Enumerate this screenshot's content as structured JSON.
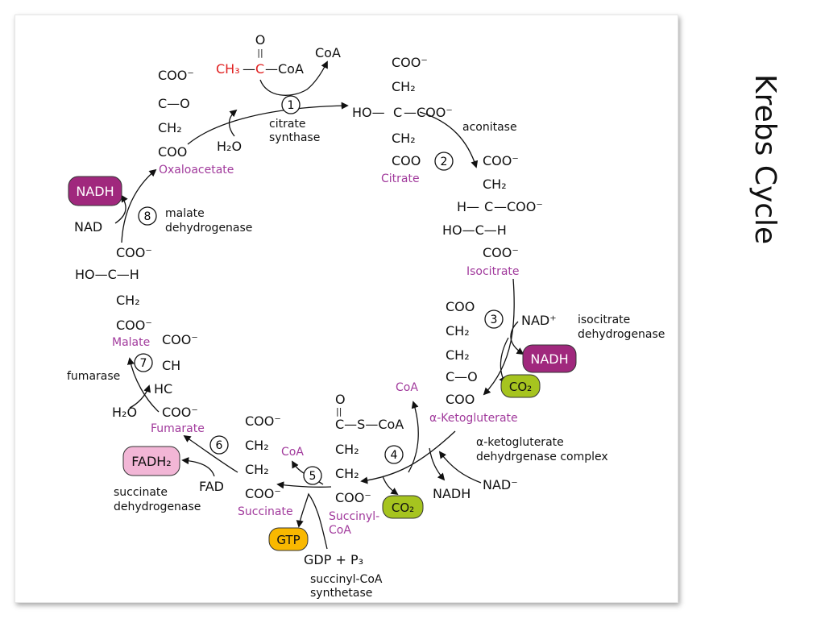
{
  "page_title": "Krebs Cycle",
  "colors": {
    "carbon_highlight": "#e02020",
    "compound_name": "#a13a9c",
    "nadh_fill": "#a0287d",
    "co2_fill": "#a6c41f",
    "gtp_fill": "#f9b800",
    "fadh2_fill": "#f2b6d6",
    "arrow": "#111111"
  },
  "compounds": {
    "oxaloacetate": "Oxaloacetate",
    "citrate": "Citrate",
    "isocitrate": "Isocitrate",
    "ketoglutarate": "α-Ketogluterate",
    "succinyl_coa_1": "Succinyl-",
    "succinyl_coa_2": "CoA",
    "succinate": "Succinate",
    "fumarate": "Fumarate",
    "malate": "Malate"
  },
  "enzymes": {
    "citrate_synthase_1": "citrate",
    "citrate_synthase_2": "synthase",
    "aconitase": "aconitase",
    "isocitrate_dh_1": "isocitrate",
    "isocitrate_dh_2": "dehydrogenase",
    "akg_dh_1": "α-ketogluterate",
    "akg_dh_2": "dehydrgenase complex",
    "succinyl_coa_synthetase_1": "succinyl-CoA",
    "succinyl_coa_synthetase_2": "synthetase",
    "succinate_dh_1": "succinate",
    "succinate_dh_2": "dehydrogenase",
    "fumarase": "fumarase",
    "malate_dh_1": "malate",
    "malate_dh_2": "dehydrogenase"
  },
  "steps": [
    "1",
    "2",
    "3",
    "4",
    "5",
    "6",
    "7",
    "8"
  ],
  "cofactors": {
    "coa_out_top": "CoA",
    "h2o_top": "H₂O",
    "nad_plus": "NAD⁺",
    "nadh_step3": "NADH",
    "co2_step3": "CO₂",
    "coa_in_step4": "CoA",
    "nad_minus": "NAD⁻",
    "nadh_step4": "NADH",
    "co2_step4": "CO₂",
    "coa_out_step5": "CoA",
    "gtp": "GTP",
    "gdp_p": "GDP + P₃",
    "fad": "FAD",
    "fadh2": "FADH₂",
    "h2o_step7": "H₂O",
    "nad_step8": "NAD",
    "nadh_step8": "NADH"
  },
  "structures": {
    "acetyl_coa": {
      "o": "O",
      "db": "||",
      "ch3": "CH₃",
      "c": "C",
      "coa": "—CoA",
      "bond": "—"
    },
    "oxaloacetate": [
      "COO⁻",
      "C—O",
      "CH₂",
      "COO"
    ],
    "citrate": {
      "top": "COO⁻",
      "ch2a": "CH₂",
      "mid_left": "HO—",
      "mid_c": "C",
      "mid_right": "—COO⁻",
      "ch2b": "CH₂",
      "bottom": "COO"
    },
    "isocitrate": {
      "top": "COO⁻",
      "ch2": "CH₂",
      "row2_left": "H—",
      "row2_c": "C",
      "row2_right": "—COO⁻",
      "row3": "HO—C—H",
      "bottom": "COO⁻"
    },
    "ketoglutarate": {
      "top": "COO",
      "ch2a": "CH₂",
      "ch2b": "CH₂",
      "co": "C—O",
      "bottom": "COO"
    },
    "succinyl_coa": {
      "o": "O",
      "db": "||",
      "cs": "C—S—CoA",
      "ch2a": "CH₂",
      "ch2b": "CH₂",
      "bottom": "COO⁻"
    },
    "succinate": {
      "top": "COO⁻",
      "ch2a": "CH₂",
      "ch2b": "CH₂",
      "bottom": "COO⁻"
    },
    "fumarate": [
      "COO⁻",
      "CH",
      "HC",
      "COO⁻"
    ],
    "malate": {
      "top": "COO⁻",
      "row2": "HO—C—H",
      "ch2": "CH₂",
      "bottom": "COO⁻"
    }
  }
}
